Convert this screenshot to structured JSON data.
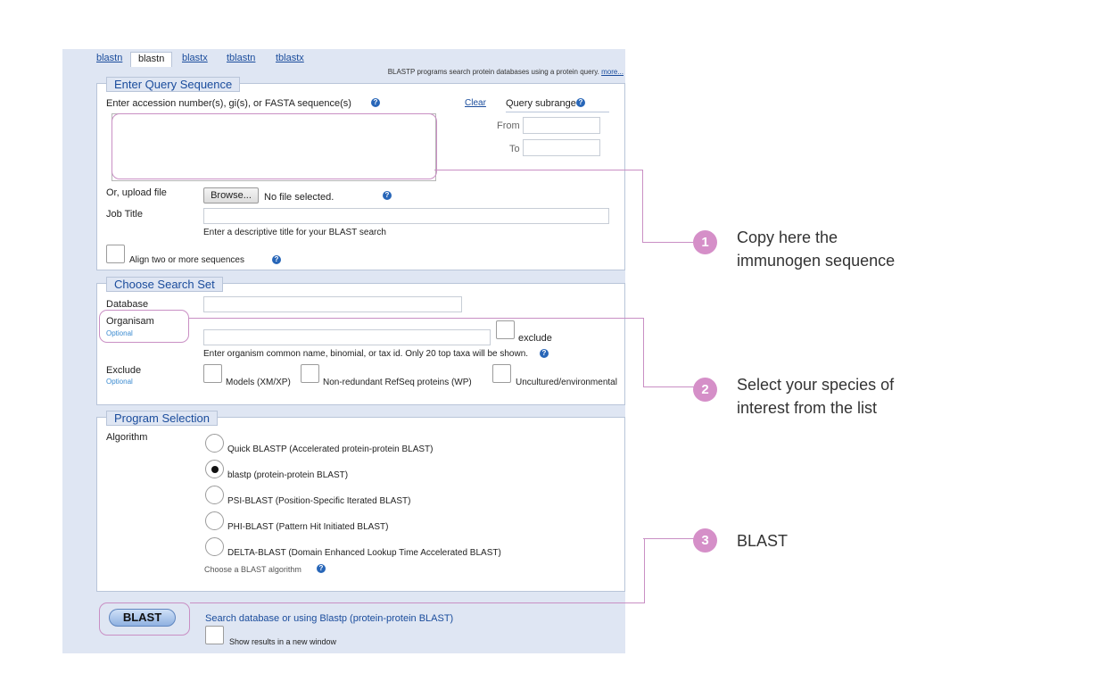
{
  "tabs": [
    "blastn",
    "blastn",
    "blastx",
    "tblastn",
    "tblastx"
  ],
  "tagline": {
    "text": "BLASTP programs search protein databases using a protein query.",
    "more": "more..."
  },
  "query": {
    "legend": "Enter Query Sequence",
    "accession_label": "Enter accession number(s), gi(s), or FASTA sequence(s)",
    "clear": "Clear",
    "subrange_label": "Query subrange",
    "from_label": "From",
    "to_label": "To",
    "upload_label": "Or, upload file",
    "browse": "Browse...",
    "no_file": "No file selected.",
    "job_title_label": "Job Title",
    "job_title_hint": "Enter a descriptive title for your BLAST search",
    "align_label": "Align two or more sequences"
  },
  "search_set": {
    "legend": "Choose Search Set",
    "database_label": "Database",
    "organism_label": "Organisam",
    "optional": "Optional",
    "exclude_checkbox_label": "exclude",
    "organism_hint": "Enter organism common name, binomial, or tax id. Only 20 top taxa will be shown.",
    "exclude_label": "Exclude",
    "exclude_models": "Models (XM/XP)",
    "exclude_nonredundant": "Non-redundant RefSeq proteins (WP)",
    "exclude_uncultured": "Uncultured/environmental"
  },
  "program": {
    "legend": "Program Selection",
    "algorithm_label": "Algorithm",
    "options": [
      "Quick BLASTP (Accelerated protein-protein BLAST)",
      "blastp (protein-protein BLAST)",
      "PSI-BLAST (Position-Specific Iterated BLAST)",
      "PHI-BLAST (Pattern Hit Initiated BLAST)",
      "DELTA-BLAST (Domain Enhanced Lookup Time Accelerated BLAST)"
    ],
    "selected_index": 1,
    "hint": "Choose a BLAST algorithm"
  },
  "submit": {
    "button": "BLAST",
    "description": "Search database or using Blastp (protein-protein BLAST)",
    "new_window": "Show results in a new window"
  },
  "callouts": [
    {
      "number": "1",
      "lines": [
        "Copy here the",
        "immunogen sequence"
      ]
    },
    {
      "number": "2",
      "lines": [
        "Select your species of",
        "interest from the list"
      ]
    },
    {
      "number": "3",
      "lines": [
        "BLAST"
      ]
    }
  ],
  "colors": {
    "panel": "#dfe6f3",
    "link": "#1a4c9c",
    "accent": "#d58fc8",
    "highlight": "#c98fc4"
  },
  "icons": {
    "help": "help-question-icon"
  }
}
